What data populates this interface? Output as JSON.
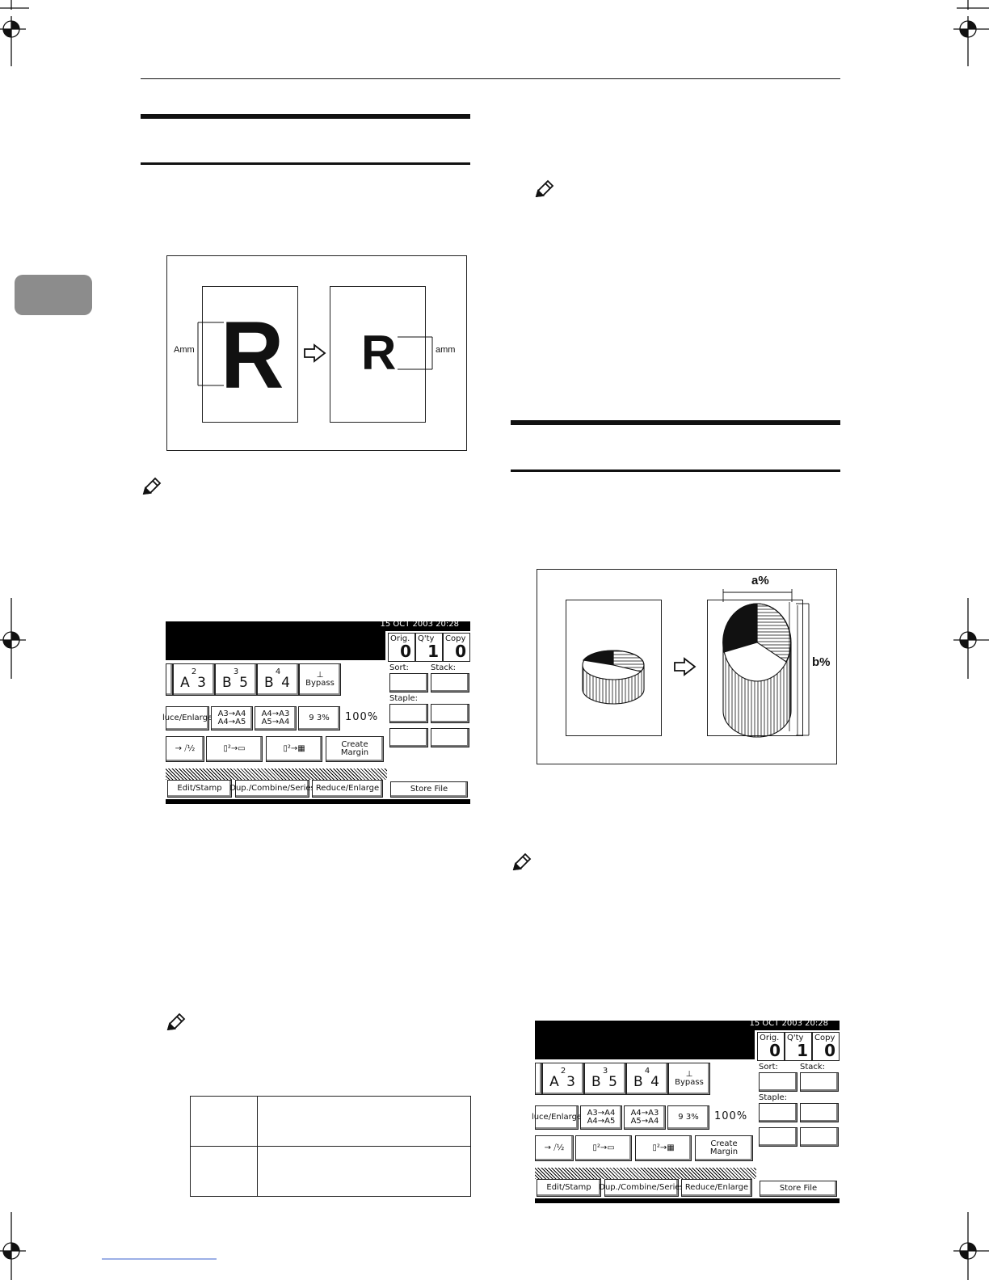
{
  "figure1": {
    "left_label": "Amm",
    "right_label": "amm",
    "letter": "R"
  },
  "figure2": {
    "top_label": "a%",
    "side_label": "b%"
  },
  "panel": {
    "date": "15 OCT  2003 20:28",
    "counters": [
      {
        "label": "Orig.",
        "value": "0"
      },
      {
        "label": "Q'ty",
        "value": "1"
      },
      {
        "label": "Copy",
        "value": "0"
      }
    ],
    "tray_keys": [
      {
        "num": "2",
        "size": "A 3"
      },
      {
        "num": "3",
        "size": "B 5"
      },
      {
        "num": "4",
        "size": "B 4"
      }
    ],
    "bypass_label": "Bypass",
    "reduce_label": "luce/Enlarge",
    "ratio_a": "A3→A4\nA4→A5",
    "ratio_b": "A4→A3\nA5→A4",
    "ratio_c": "9 3%",
    "ratio_display": "100%",
    "create_margin": "Create\nMargin",
    "sort_label": "Sort:",
    "stack_label": "Stack:",
    "staple_label": "Staple:",
    "tabs": [
      "Edit/Stamp",
      "Dup./Combine/Series",
      "Reduce/Enlarge"
    ],
    "store_file": "Store File"
  },
  "panel2": {
    "ratio_display": "100%"
  }
}
